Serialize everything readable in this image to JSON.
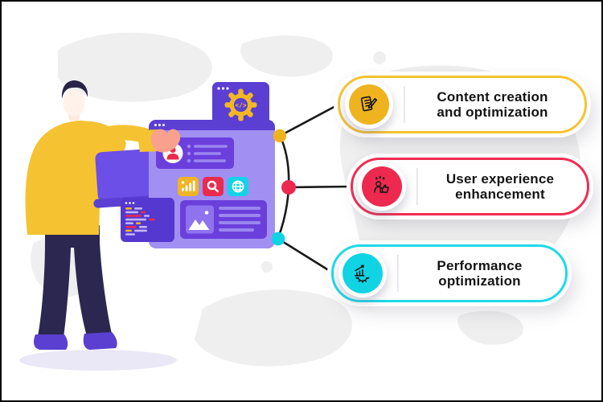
{
  "infographic": {
    "items": [
      {
        "id": "content-creation",
        "label_lines": [
          "Content creation",
          "and optimization"
        ],
        "icon": "notes-pencil-icon",
        "accent_color": "#F5C332",
        "fill_color": "#EFB320"
      },
      {
        "id": "user-experience",
        "label_lines": [
          "User experience",
          "enhancement"
        ],
        "icon": "user-thumbs-up-icon",
        "accent_color": "#F22C52",
        "fill_color": "#ED2950"
      },
      {
        "id": "performance",
        "label_lines": [
          "Performance",
          "optimization"
        ],
        "icon": "growth-chart-gear-icon",
        "accent_color": "#1CDAEA",
        "fill_color": "#10D3E4"
      }
    ]
  },
  "illustration": {
    "person": "man-holding-laptop",
    "background": "world-map",
    "settings_window": {
      "code_glyph": "</>"
    },
    "browser_window_icons": [
      "user-avatar-icon",
      "bar-chart-icon",
      "search-icon",
      "globe-icon",
      "image-placeholder-icon"
    ],
    "code_window": "code-editor-window"
  },
  "colors": {
    "canvas_background": "#FFFFFF",
    "canvas_border": "#000000",
    "map_gray": "#EFEFEF",
    "purple_dark": "#5B3FD3",
    "purple_light": "#A28FF2",
    "card_purple": "#6B3FDC",
    "connector_black": "#1A1A1A",
    "sweater_yellow": "#F5C332",
    "pants_navy": "#2B2750",
    "skin_pink": "#F9A18D"
  }
}
